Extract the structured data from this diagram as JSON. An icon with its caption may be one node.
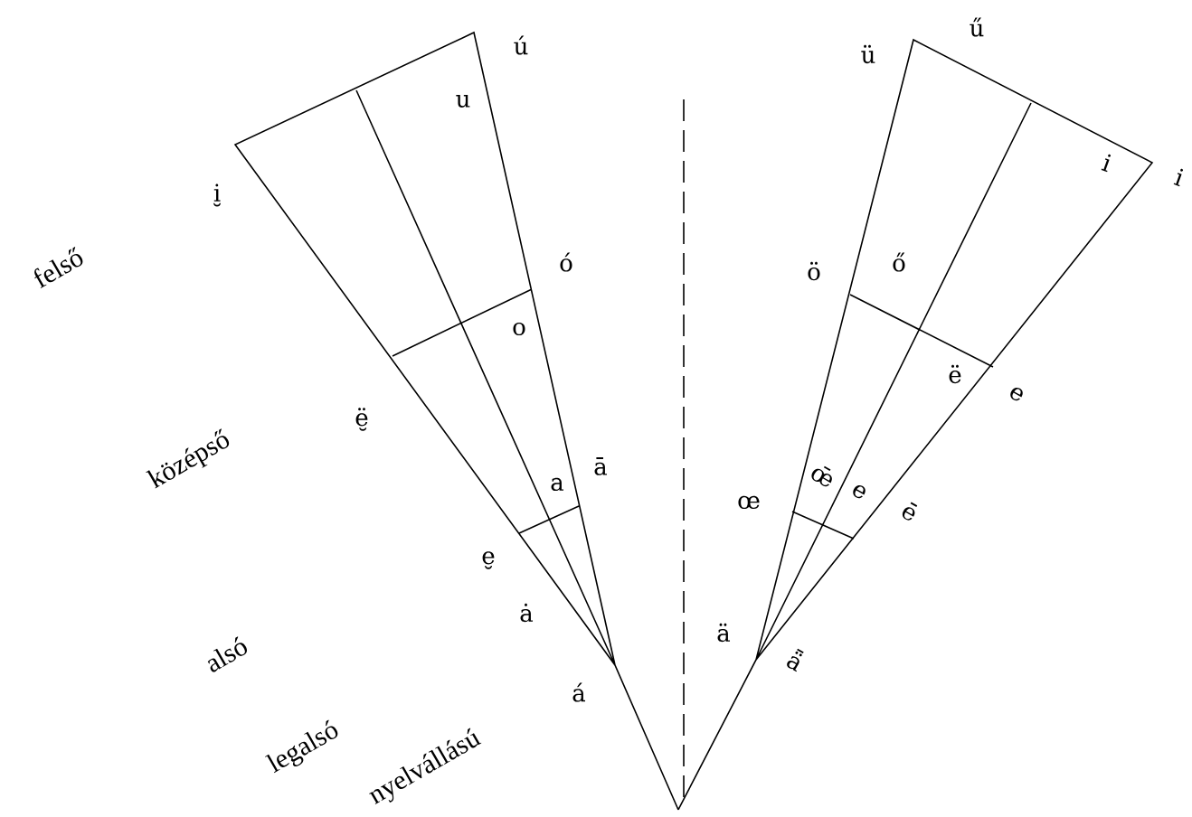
{
  "diagram": {
    "labels": [
      "ú",
      "u",
      "i̮",
      "felső",
      "ó",
      "o",
      "ë̮",
      "középső",
      "a",
      "ā",
      "e̮",
      "ȧ",
      "alsó",
      "á",
      "legalsó",
      "nyelvállású",
      "ü",
      "ű",
      "i",
      "i",
      "ö",
      "ő",
      "ë",
      "e",
      "œ",
      "œ̄",
      "e",
      "ē",
      "ä",
      "ǟ"
    ]
  }
}
